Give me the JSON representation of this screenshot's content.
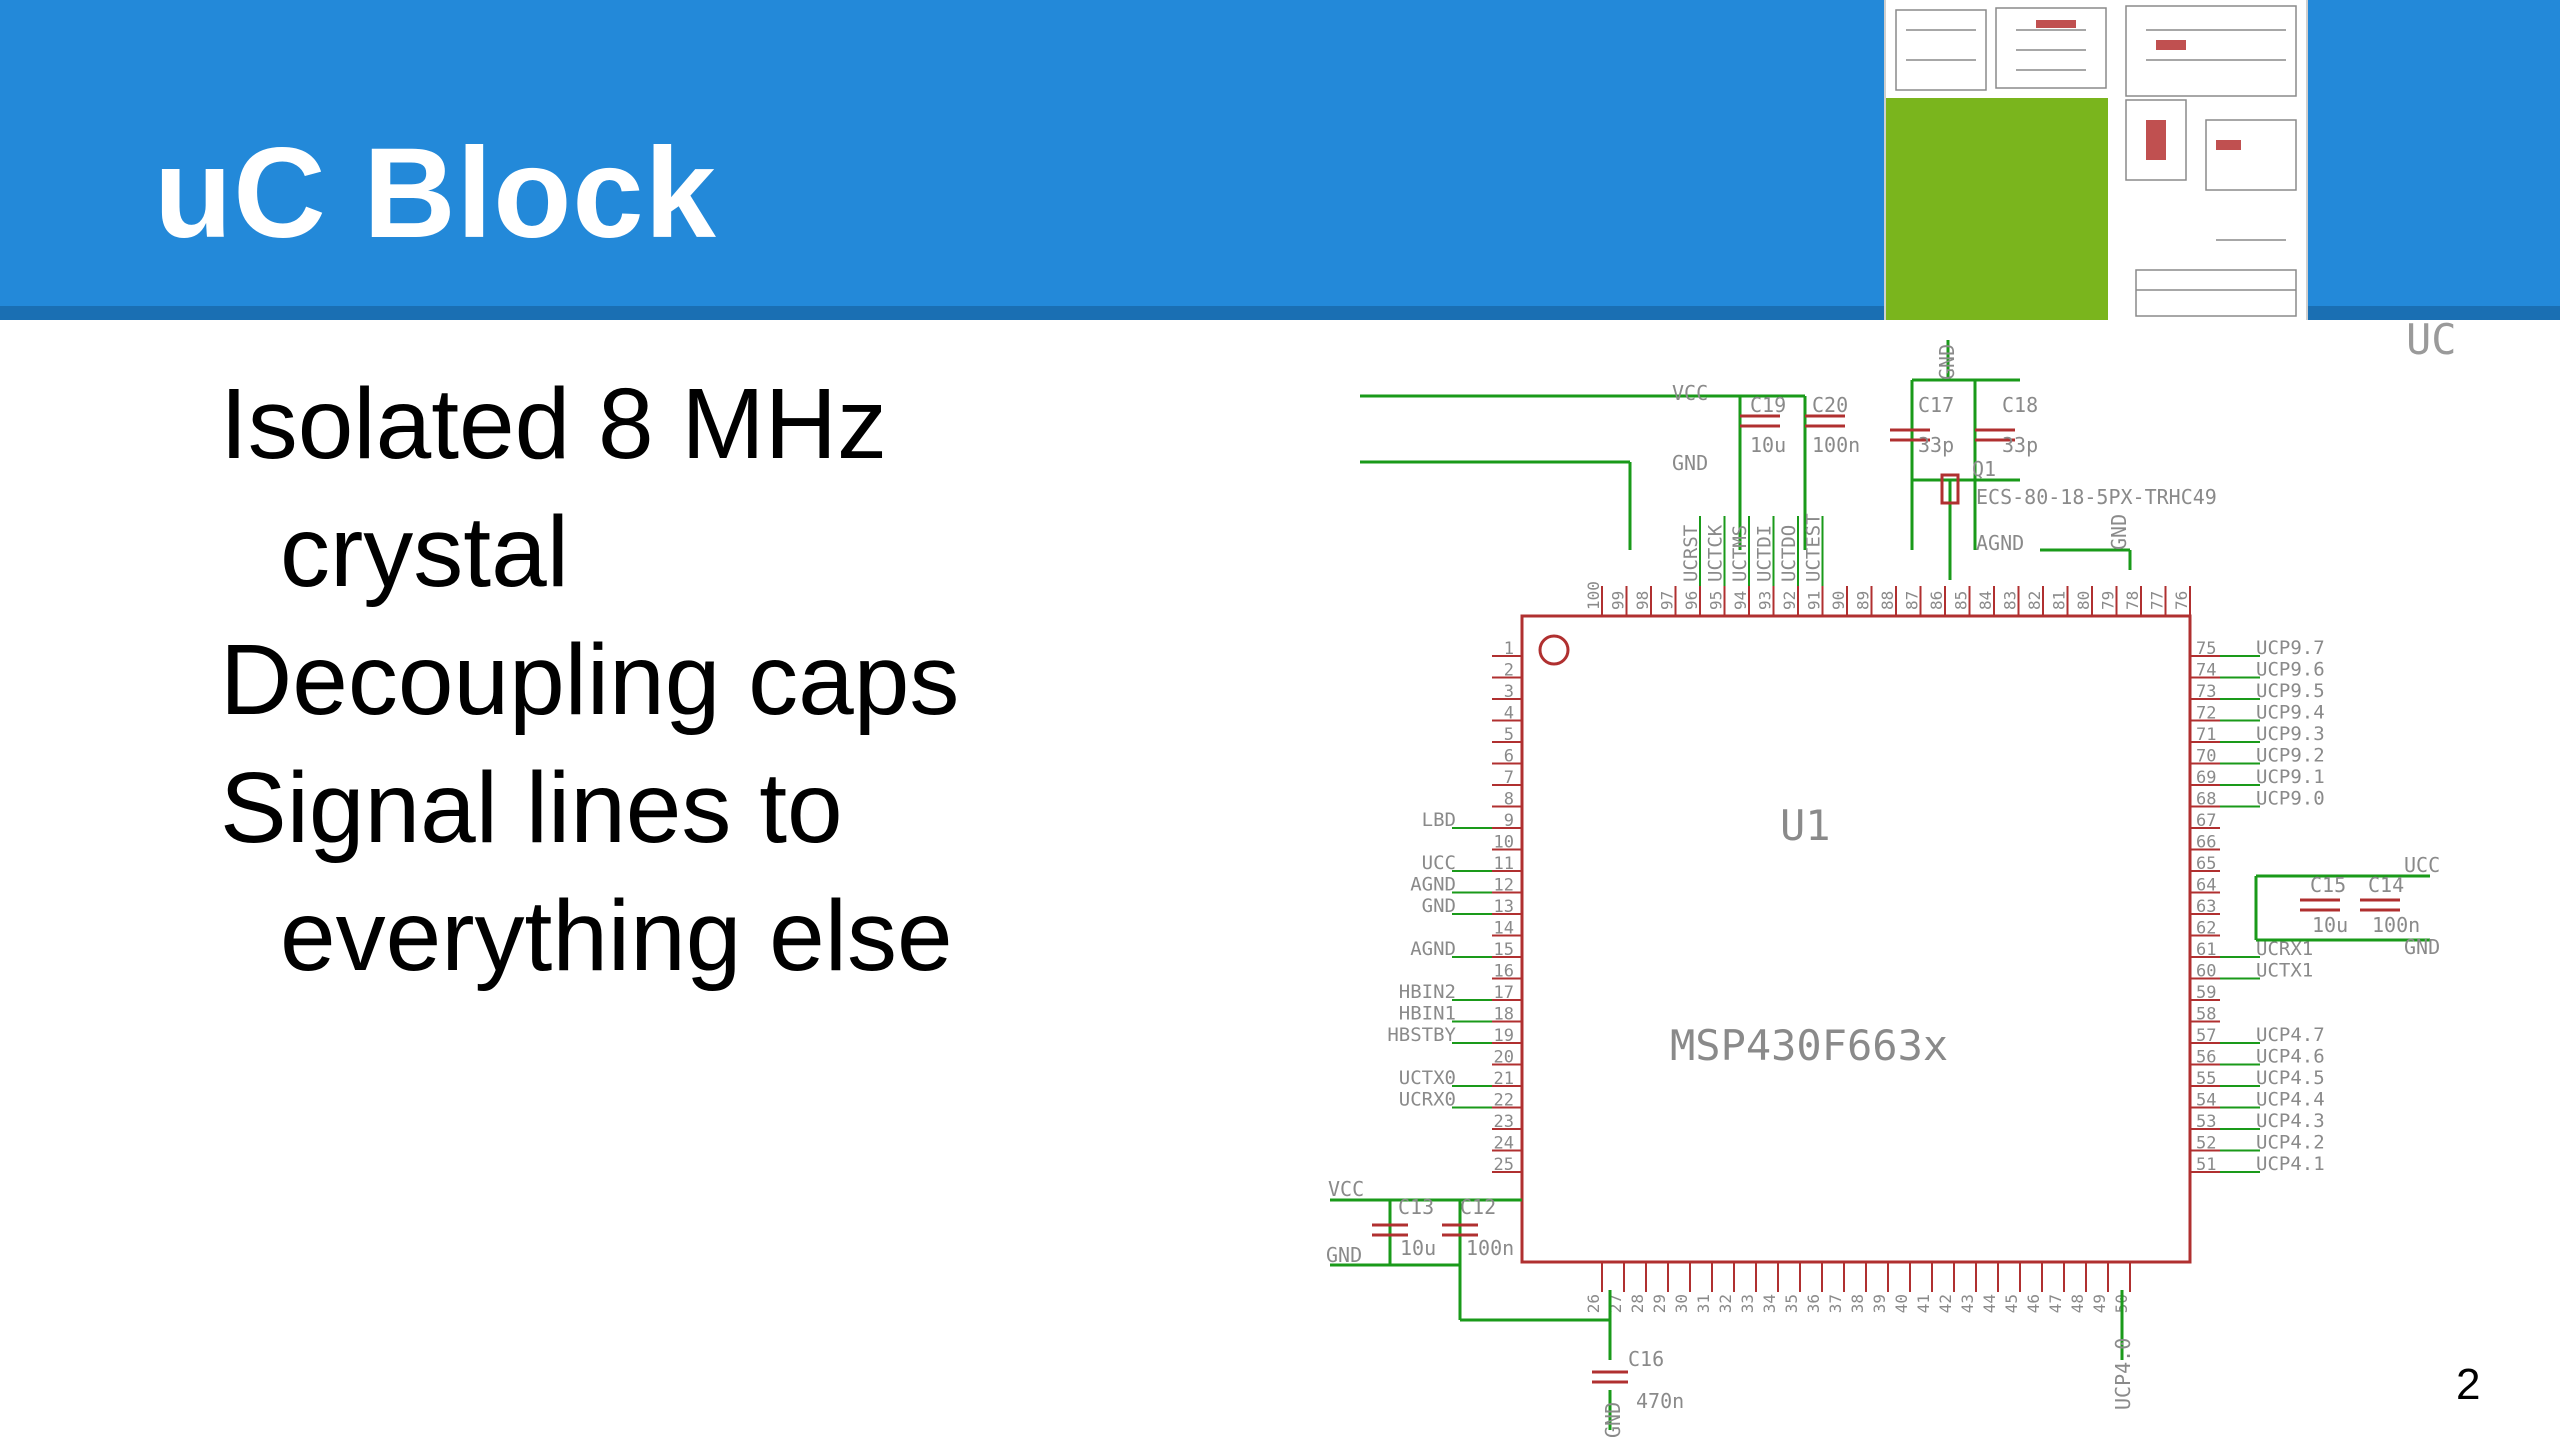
{
  "slide": {
    "title": "uC Block",
    "bullets": [
      "Isolated 8 MHz crystal",
      "Decoupling caps",
      "Signal lines to everything else"
    ],
    "corner_label": "UC",
    "page_number": "2"
  },
  "colors": {
    "header": "#2389d9",
    "thumb_accent": "#7ab51d",
    "chip_outline": "#b03030",
    "wire": "#1a9a1a"
  },
  "schematic": {
    "chip_ref": "U1",
    "chip_part": "MSP430F663x",
    "crystal": {
      "ref": "Q1",
      "part": "ECS-80-18-5PX-TRHC49"
    },
    "components": [
      {
        "ref": "C19",
        "value": "10u"
      },
      {
        "ref": "C20",
        "value": "100n"
      },
      {
        "ref": "C17",
        "value": "33p"
      },
      {
        "ref": "C18",
        "value": "33p"
      },
      {
        "ref": "C15",
        "value": "10u"
      },
      {
        "ref": "C14",
        "value": "100n"
      },
      {
        "ref": "C13",
        "value": "10u"
      },
      {
        "ref": "C12",
        "value": "100n"
      },
      {
        "ref": "C16",
        "value": "470n"
      }
    ],
    "net_labels": {
      "top_vcc": "VCC",
      "top_gnd": "GND",
      "top_gnd_rot": "GND",
      "agnd_top": "AGND",
      "gnd_right_top": "GND",
      "right_vcc": "UCC",
      "right_gnd": "GND",
      "left_vcc": "VCC",
      "left_gnd": "GND",
      "bottom_gnd": "GND",
      "bottom_ucp": "UCP4.0"
    },
    "top_signals": [
      "UCRST",
      "UCTCK",
      "UCTMS",
      "UCTDI",
      "UCTDO",
      "UCTEST"
    ],
    "top_pins": [
      "100",
      "99",
      "98",
      "97",
      "96",
      "95",
      "94",
      "93",
      "92",
      "91",
      "90",
      "89",
      "88",
      "87",
      "86",
      "85",
      "84",
      "83",
      "82",
      "81",
      "80",
      "79",
      "78",
      "77",
      "76"
    ],
    "left_pins": [
      {
        "num": "1",
        "net": ""
      },
      {
        "num": "2",
        "net": ""
      },
      {
        "num": "3",
        "net": ""
      },
      {
        "num": "4",
        "net": ""
      },
      {
        "num": "5",
        "net": ""
      },
      {
        "num": "6",
        "net": ""
      },
      {
        "num": "7",
        "net": ""
      },
      {
        "num": "8",
        "net": ""
      },
      {
        "num": "9",
        "net": "LBD"
      },
      {
        "num": "10",
        "net": ""
      },
      {
        "num": "11",
        "net": "UCC"
      },
      {
        "num": "12",
        "net": "AGND"
      },
      {
        "num": "13",
        "net": "GND"
      },
      {
        "num": "14",
        "net": ""
      },
      {
        "num": "15",
        "net": "AGND"
      },
      {
        "num": "16",
        "net": ""
      },
      {
        "num": "17",
        "net": "HBIN2"
      },
      {
        "num": "18",
        "net": "HBIN1"
      },
      {
        "num": "19",
        "net": "HBSTBY"
      },
      {
        "num": "20",
        "net": ""
      },
      {
        "num": "21",
        "net": "UCTX0"
      },
      {
        "num": "22",
        "net": "UCRX0"
      },
      {
        "num": "23",
        "net": ""
      },
      {
        "num": "24",
        "net": ""
      },
      {
        "num": "25",
        "net": ""
      }
    ],
    "right_pins": [
      {
        "num": "75",
        "net": "UCP9.7"
      },
      {
        "num": "74",
        "net": "UCP9.6"
      },
      {
        "num": "73",
        "net": "UCP9.5"
      },
      {
        "num": "72",
        "net": "UCP9.4"
      },
      {
        "num": "71",
        "net": "UCP9.3"
      },
      {
        "num": "70",
        "net": "UCP9.2"
      },
      {
        "num": "69",
        "net": "UCP9.1"
      },
      {
        "num": "68",
        "net": "UCP9.0"
      },
      {
        "num": "67",
        "net": ""
      },
      {
        "num": "66",
        "net": ""
      },
      {
        "num": "65",
        "net": ""
      },
      {
        "num": "64",
        "net": ""
      },
      {
        "num": "63",
        "net": ""
      },
      {
        "num": "62",
        "net": ""
      },
      {
        "num": "61",
        "net": "UCRX1"
      },
      {
        "num": "60",
        "net": "UCTX1"
      },
      {
        "num": "59",
        "net": ""
      },
      {
        "num": "58",
        "net": ""
      },
      {
        "num": "57",
        "net": "UCP4.7"
      },
      {
        "num": "56",
        "net": "UCP4.6"
      },
      {
        "num": "55",
        "net": "UCP4.5"
      },
      {
        "num": "54",
        "net": "UCP4.4"
      },
      {
        "num": "53",
        "net": "UCP4.3"
      },
      {
        "num": "52",
        "net": "UCP4.2"
      },
      {
        "num": "51",
        "net": "UCP4.1"
      }
    ],
    "bottom_pins": [
      "26",
      "27",
      "28",
      "29",
      "30",
      "31",
      "32",
      "33",
      "34",
      "35",
      "36",
      "37",
      "38",
      "39",
      "40",
      "41",
      "42",
      "43",
      "44",
      "45",
      "46",
      "47",
      "48",
      "49",
      "50"
    ]
  }
}
